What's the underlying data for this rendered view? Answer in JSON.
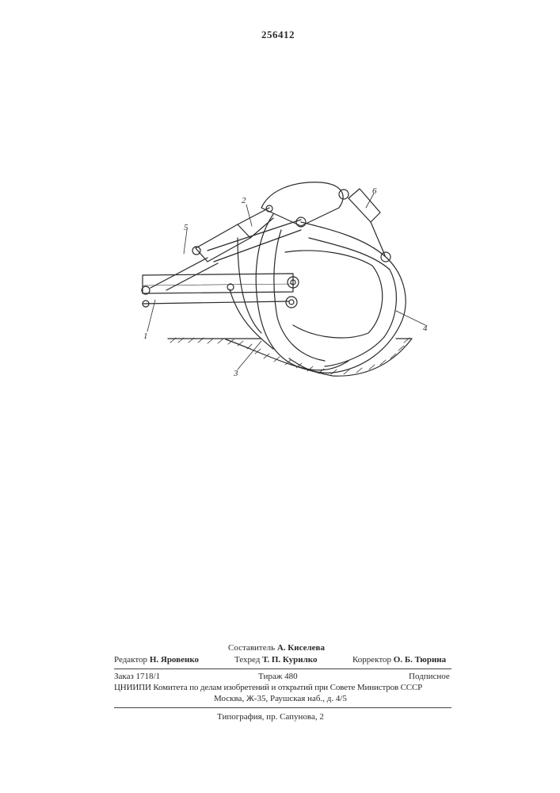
{
  "patent_number": "256412",
  "figure_labels": {
    "label_1": "1",
    "label_2": "2",
    "label_3": "3",
    "label_4": "4",
    "label_5": "5",
    "label_6": "6"
  },
  "imprint": {
    "compiler_role": "Составитель",
    "compiler_name": "А. Киселева",
    "editor_role": "Редактор",
    "editor_name": "Н. Яровенко",
    "techred_role": "Техред",
    "techred_name": "Т. П. Курилко",
    "corrector_role": "Корректор",
    "corrector_name": "О. Б. Тюрина",
    "order": "Заказ 1718/1",
    "circulation": "Тираж 480",
    "subscription": "Подписное",
    "institute": "ЦНИИПИ Комитета по делам изобретений и открытий при Совете Министров СССР",
    "address": "Москва, Ж-35, Раушская наб., д. 4/5",
    "printing_house": "Типография, пр. Сапунова, 2"
  }
}
